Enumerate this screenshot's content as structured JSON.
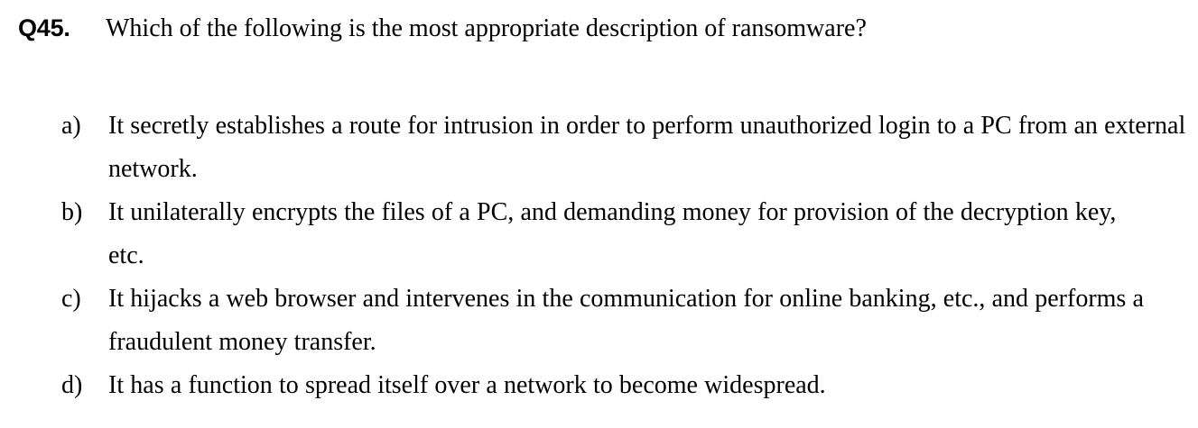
{
  "document": {
    "background_color": "#ffffff",
    "text_color": "#000000"
  },
  "question": {
    "number_label": "Q45.",
    "text": "Which of the following is the most appropriate description of ransomware?"
  },
  "options": [
    {
      "marker": "a)",
      "text": "It secretly establishes a route for intrusion in order to perform unauthorized login to a PC from an external network."
    },
    {
      "marker": "b)",
      "text": "It unilaterally encrypts the files of a PC, and demanding money for provision of the decryption key, etc."
    },
    {
      "marker": "c)",
      "text": "It hijacks a web browser and intervenes in the communication for online banking, etc., and performs a fraudulent money transfer."
    },
    {
      "marker": "d)",
      "text": "It has a function to spread itself over a network to become widespread."
    }
  ]
}
